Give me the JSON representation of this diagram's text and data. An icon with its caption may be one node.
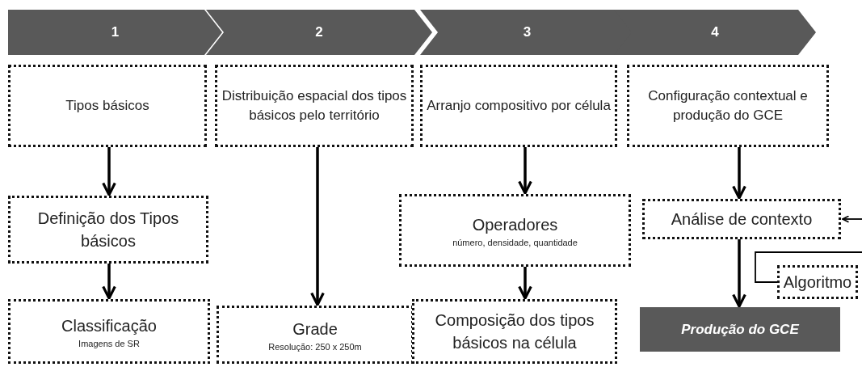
{
  "diagram": {
    "nodes": [
      {
        "text": [
          "1"
        ]
      },
      {
        "text": [
          "2"
        ]
      },
      {
        "text": [
          "3"
        ]
      },
      {
        "text": [
          "4"
        ]
      },
      {
        "text": [
          "Tipos básicos"
        ]
      },
      {
        "text": [
          "Distribuição espacial dos tipos básicos pelo território"
        ]
      },
      {
        "text": [
          "Arranjo compositivo por célula"
        ]
      },
      {
        "text": [
          "Configuração contextual e produção do GCE"
        ]
      },
      {
        "text": [
          "Definição dos Tipos básicos"
        ]
      },
      {
        "text": [
          "Operadores",
          "número, densidade, quantidade"
        ]
      },
      {
        "text": [
          "Análise de contexto"
        ]
      },
      {
        "text": [
          "Algoritmo"
        ]
      },
      {
        "text": [
          "Classificação",
          "Imagens de SR"
        ]
      },
      {
        "text": [
          "Grade",
          "Resolução: 250 x 250m"
        ]
      },
      {
        "text": [
          "Composição dos tipos básicos na célula"
        ]
      },
      {
        "text": [
          "Produção do GCE"
        ]
      }
    ],
    "edges": [
      {
        "from": 4,
        "to": 8,
        "arrow": "to"
      },
      {
        "from": 8,
        "to": 12,
        "arrow": "to"
      },
      {
        "from": 5,
        "to": 13,
        "arrow": "to"
      },
      {
        "from": 6,
        "to": 9,
        "arrow": "to"
      },
      {
        "from": 9,
        "to": 14,
        "arrow": "to"
      },
      {
        "from": 7,
        "to": 10,
        "arrow": "to"
      },
      {
        "from": 10,
        "to": 15,
        "arrow": "to"
      },
      {
        "from": null,
        "to": 10,
        "arrow": "to"
      },
      {
        "from": 11,
        "to": null,
        "arrow": "none"
      }
    ]
  }
}
